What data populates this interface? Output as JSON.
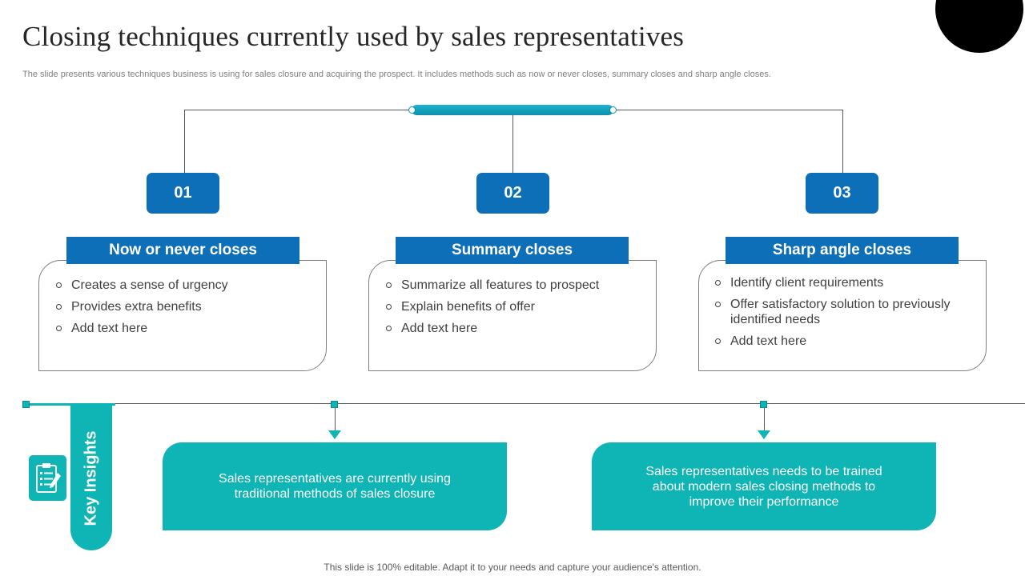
{
  "title": "Closing techniques currently used by sales representatives",
  "subtitle": "The slide presents various techniques business is using for sales closure and acquiring the prospect. It includes methods such as now or never closes, summary closes and sharp angle closes.",
  "steps": [
    {
      "number": "01",
      "heading": "Now or never closes",
      "items": [
        "Creates a sense of urgency",
        "Provides extra benefits",
        "Add text here"
      ]
    },
    {
      "number": "02",
      "heading": "Summary closes",
      "items": [
        "Summarize all features to prospect",
        "Explain benefits of offer",
        "Add text here"
      ]
    },
    {
      "number": "03",
      "heading": "Sharp angle closes",
      "items": [
        "Identify client requirements",
        "Offer satisfactory solution to previously identified needs",
        "Add text here"
      ]
    }
  ],
  "key_insights": {
    "label": "Key Insights",
    "icon": "clipboard-checklist-icon",
    "items": [
      "Sales representatives are currently  using traditional methods of sales closure",
      "Sales representatives needs to be trained about modern sales closing methods to improve their performance"
    ]
  },
  "footer": "This slide is 100% editable. Adapt it to your needs and capture your audience's attention.",
  "colors": {
    "primary_blue": "#0d6fb8",
    "teal": "#0fb4b4",
    "dark_text": "#262626"
  }
}
